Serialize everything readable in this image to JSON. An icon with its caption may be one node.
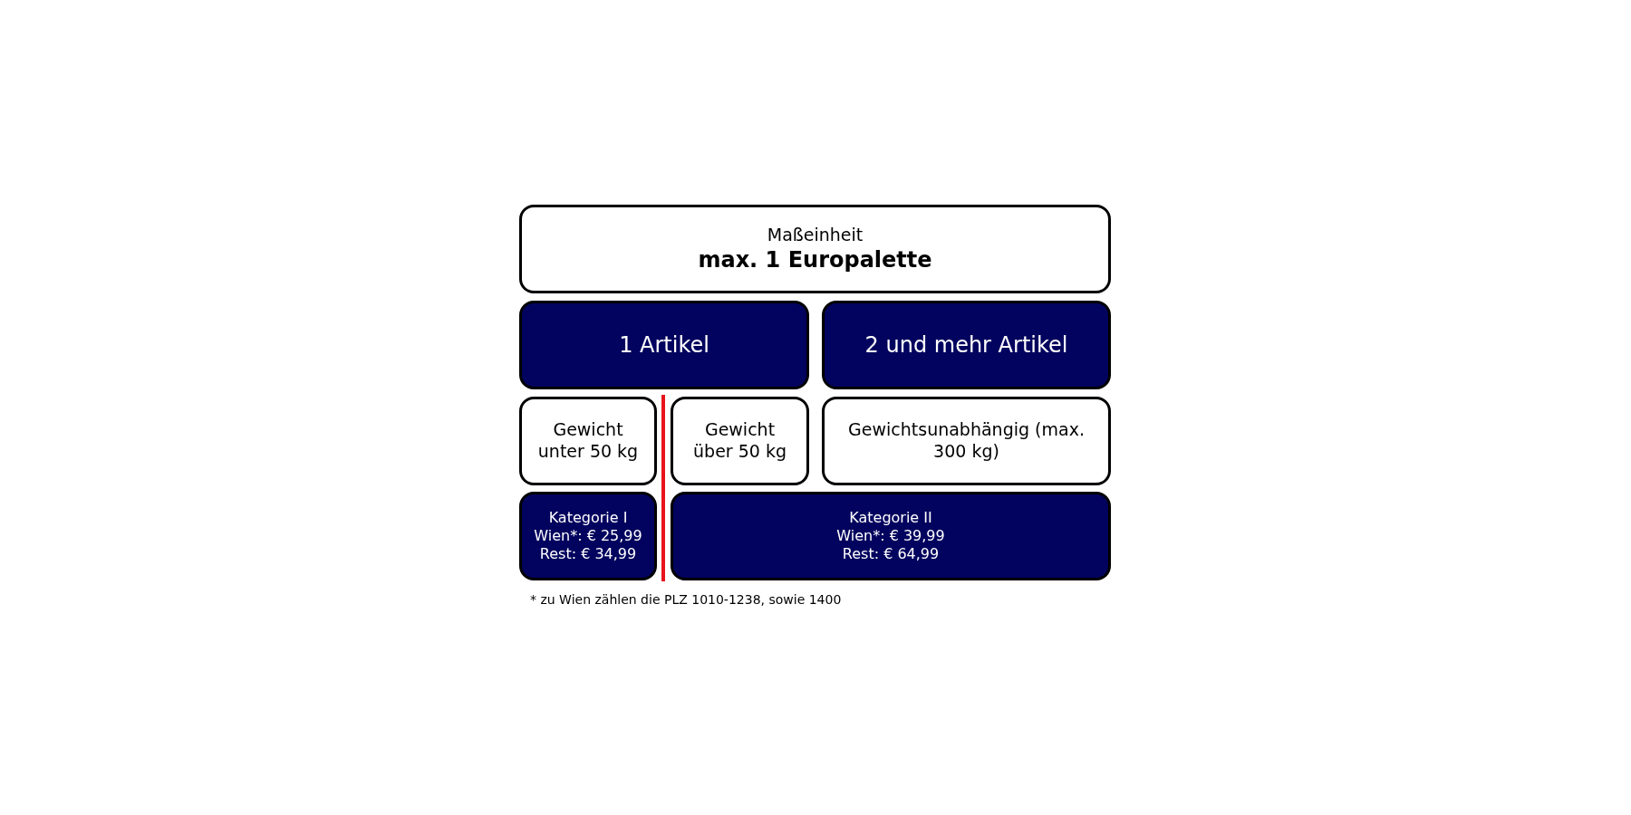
{
  "diagram": {
    "nodes": [
      {
        "text": [
          "Maßeinheit",
          "max. 1 Europalette"
        ]
      },
      {
        "text": [
          "1 Artikel"
        ]
      },
      {
        "text": [
          "2 und mehr Artikel"
        ]
      },
      {
        "text": [
          "Gewicht unter 50 kg"
        ]
      },
      {
        "text": [
          "Gewicht über 50 kg"
        ]
      },
      {
        "text": [
          "Gewichtsunabhängig (max. 300 kg)"
        ]
      },
      {
        "text": [
          "Kategorie I",
          "Wien*: € 25,99",
          "Rest: € 34,99"
        ]
      },
      {
        "text": [
          "Kategorie II",
          "Wien*: € 39,99",
          "Rest: € 64,99"
        ]
      }
    ],
    "labels": [
      "* zu Wien zählen die PLZ 1010-1238, sowie 1400"
    ]
  }
}
